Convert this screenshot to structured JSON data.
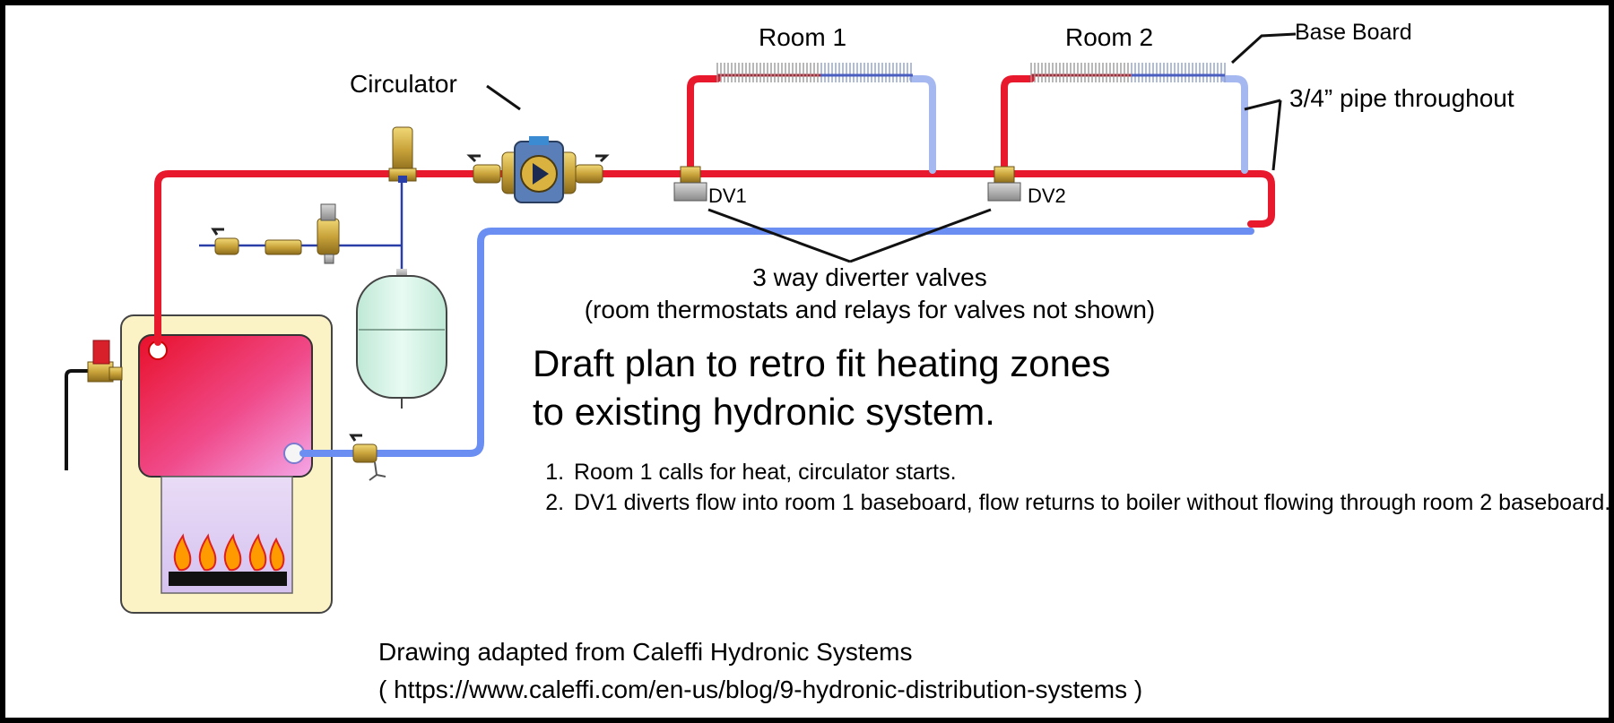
{
  "labels": {
    "room1": "Room 1",
    "room2": "Room 2",
    "baseboard": "Base Board",
    "pipe": "3/4” pipe throughout",
    "circulator": "Circulator",
    "dv1": "DV1",
    "dv2": "DV2",
    "diverter_line1": "3 way diverter valves",
    "diverter_line2": "(room thermostats and relays for valves not shown)"
  },
  "title": {
    "line1": "Draft plan to retro fit heating zones",
    "line2": "to existing hydronic system."
  },
  "steps": [
    "Room 1 calls for heat, circulator starts.",
    "DV1 diverts flow into room 1 baseboard, flow returns to boiler without flowing through room 2 baseboard."
  ],
  "credit": {
    "line1": "Drawing adapted from Caleffi Hydronic Systems",
    "line2": "( https://www.caleffi.com/en-us/blog/9-hydronic-distribution-systems )"
  },
  "colors": {
    "supply": "#e8192c",
    "return": "#6b8ef2",
    "return_light": "#a6b8f0",
    "brass": "#c9a33a",
    "boiler_cabinet": "#fbf3c6",
    "expansion_tank": "#cdeee0"
  },
  "icons": [
    "circulator-pump-icon",
    "diverter-valve-icon",
    "ball-valve-icon",
    "air-vent-icon",
    "expansion-tank-icon",
    "relief-valve-icon",
    "pressure-reducing-valve-icon",
    "boiler-icon",
    "flame-icon",
    "baseboard-icon"
  ]
}
